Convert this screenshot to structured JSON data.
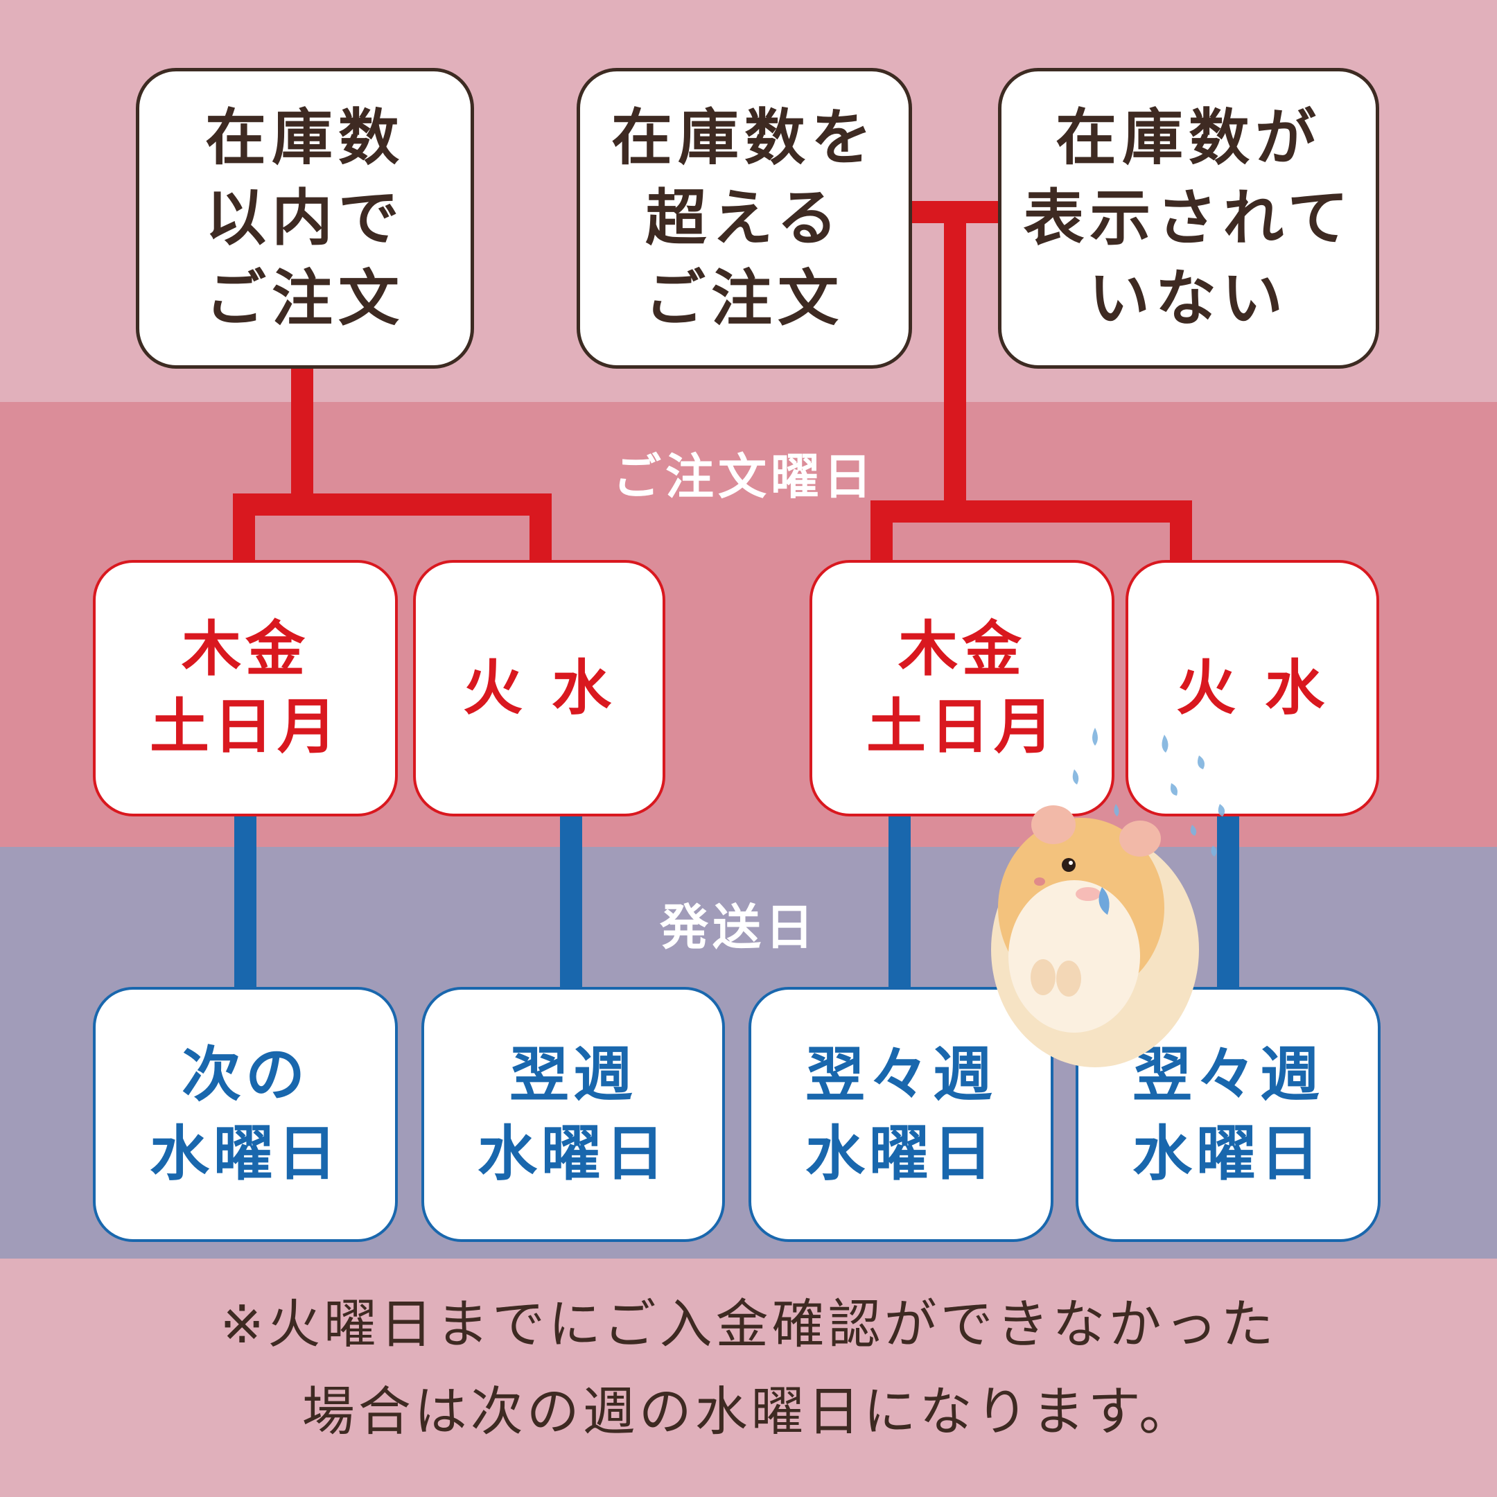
{
  "colors": {
    "top_band": "#e1b0bb",
    "order_band": "#db8d99",
    "ship_band": "#a19cb9",
    "note_band": "#e0b0bb",
    "order_accent": "#d9181f",
    "ship_accent": "#1967ad",
    "text_dark": "#3e2a22"
  },
  "conditions": [
    {
      "label": "在庫数\n以内で\nご注文"
    },
    {
      "label": "在庫数を\n超える\nご注文"
    },
    {
      "label": "在庫数が\n表示されて\nいない"
    }
  ],
  "order_day_label": "ご注文曜日",
  "order_days": [
    {
      "label": "木金\n土日月"
    },
    {
      "label": "火 水"
    },
    {
      "label": "木金\n土日月"
    },
    {
      "label": "火 水"
    }
  ],
  "ship_day_label": "発送日",
  "ship_days": [
    {
      "label": "次の\n水曜日"
    },
    {
      "label": "翌週\n水曜日"
    },
    {
      "label": "翌々週\n水曜日"
    },
    {
      "label": "翌々週\n水曜日"
    }
  ],
  "note": "※火曜日までにご入金確認ができなかった\n場合は次の週の水曜日になります。",
  "illustration": "worried-hamster-icon"
}
